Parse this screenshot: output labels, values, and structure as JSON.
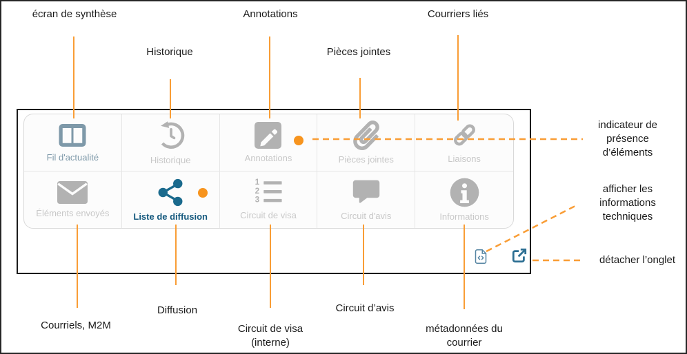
{
  "callouts": {
    "top": [
      "écran de synthèse",
      "Historique",
      "Annotations",
      "Pièces jointes",
      "Courriers liés"
    ],
    "bottom": [
      "Courriels, M2M",
      "Diffusion",
      "Circuit de visa (interne)",
      "Circuit d’avis",
      "métadonnées du courrier"
    ],
    "right": [
      "indicateur de présence d’éléments",
      "afficher les informations techniques",
      "détacher l’onglet"
    ]
  },
  "panel": {
    "tabs": [
      {
        "label": "Fil d'actualité",
        "icon": "columns-icon",
        "state": "active",
        "badge": false
      },
      {
        "label": "Historique",
        "icon": "history-icon",
        "state": "default",
        "badge": false
      },
      {
        "label": "Annotations",
        "icon": "pen-square-icon",
        "state": "default",
        "badge": true
      },
      {
        "label": "Pièces jointes",
        "icon": "paperclip-icon",
        "state": "default",
        "badge": false
      },
      {
        "label": "Liaisons",
        "icon": "link-icon",
        "state": "default",
        "badge": false
      },
      {
        "label": "Éléments envoyés",
        "icon": "envelope-icon",
        "state": "default",
        "badge": false
      },
      {
        "label": "Liste de diffusion",
        "icon": "share-icon",
        "state": "selected",
        "badge": true
      },
      {
        "label": "Circuit de visa",
        "icon": "list-ol-icon",
        "state": "default",
        "badge": false
      },
      {
        "label": "Circuit d'avis",
        "icon": "comment-icon",
        "state": "default",
        "badge": false
      },
      {
        "label": "Informations",
        "icon": "info-circle-icon",
        "state": "default",
        "badge": false
      }
    ],
    "footer_buttons": [
      {
        "icon": "file-code-icon"
      },
      {
        "icon": "external-link-icon"
      }
    ]
  },
  "colors": {
    "callout_orange": "#F99D35",
    "badge_orange": "#F7941E",
    "active_steel_blue": "#7E99A9",
    "selected_icon_teal": "#1A6A8D",
    "selected_text_blue": "#15597E",
    "gray_icon": "#B2B2B2",
    "gray_label": "#C8C8C8",
    "footer_icon_blue": "#2D6F93"
  }
}
